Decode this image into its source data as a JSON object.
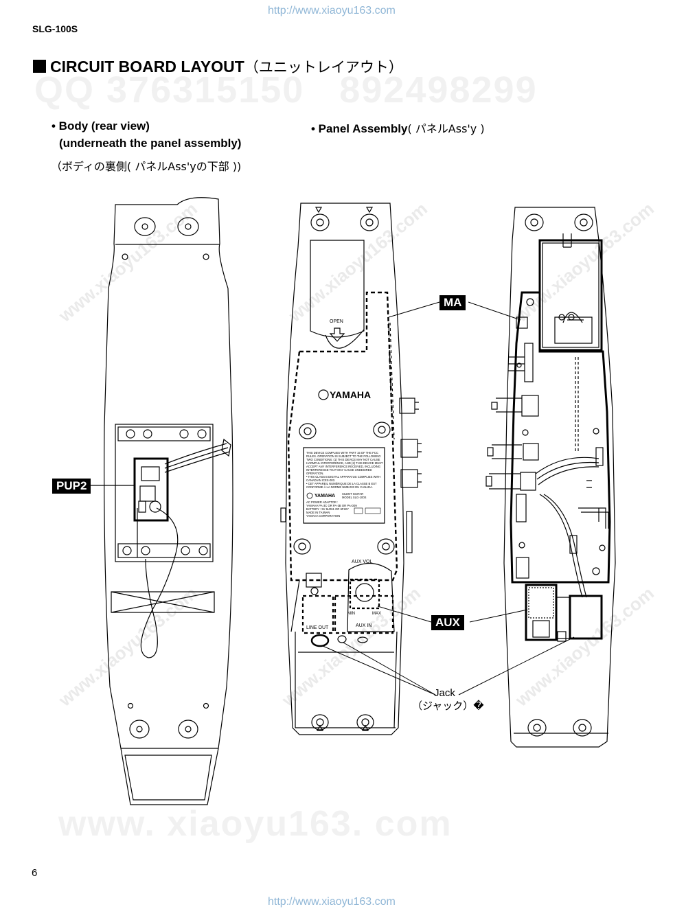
{
  "header_url": "http://www.xiaoyu163.com",
  "footer_url": "http://www.xiaoyu163.com",
  "model": "SLG-100S",
  "section_title": "CIRCUIT BOARD LAYOUT",
  "section_title_jp": "（ユニットレイアウト）",
  "body_view": {
    "line1": "• Body (rear view)",
    "line2": "(underneath the panel assembly)",
    "line3_jp": "（ボディの裏側( パネルAss'yの下部 ))"
  },
  "panel_assembly": {
    "label": "• Panel Assembly",
    "label_jp": "( パネルAss'y )"
  },
  "watermarks": {
    "qq_numbers": "QQ 376315150   892498299",
    "www_bottom": "www. xiaoyu163. com",
    "diagonal": "www.xiaoyu163.com"
  },
  "callouts": {
    "ma": "MA",
    "pup2": "PUP2",
    "aux": "AUX",
    "jack": "Jack",
    "jack_jp": "（ジャック）�"
  },
  "panel_text": {
    "open": "OPEN",
    "brand": "YAMAHA",
    "aux_vol": "AUX  VOL",
    "min": "MIN",
    "max": "MAX",
    "line_out": "LINE  OUT",
    "aux_in": "AUX  IN"
  },
  "fcc_label": {
    "lines": [
      "THIS DEVICE COMPLIES WITH PART 15 OF THE FCC",
      "RULES. OPERATION IS SUBJECT TO THE FOLLOWING",
      "TWO CONDITIONS: (1) THIS DEVICE MAY NOT CAUSE",
      "HARMFUL INTERFERENCE, AND (2) THIS DEVICE MUST",
      "ACCEPT ANY INTERFERENCE RECEIVED, INCLUDING",
      "INTERFERENCE THAT MAY CAUSE UNDESIRED",
      "OPERATION.",
      "• THIS CLASS B DIGITAL APPARATUS COMPLIES WITH",
      "  CANADIAN ICES-003.",
      "• CET APPAREIL NUMÉRIQUE DE LA CLASSE B EST",
      "  CONFORME À LA NORME NMB-003 DU CANADA."
    ],
    "brand": "YAMAHA",
    "model_lines": [
      "SILENT GUITAR",
      "MODEL SLG-100S"
    ],
    "adaptor_lines": [
      "AC POWER ADAPTOR :",
      "YAMAHA PA-3C OR PA-3B OR PA-D09",
      "BATTERY : 9V 6LR61 OR 6F22Y",
      "MADE IN TAIWAN",
      "YAMAHA CORPORATION"
    ]
  },
  "page_number": "6"
}
